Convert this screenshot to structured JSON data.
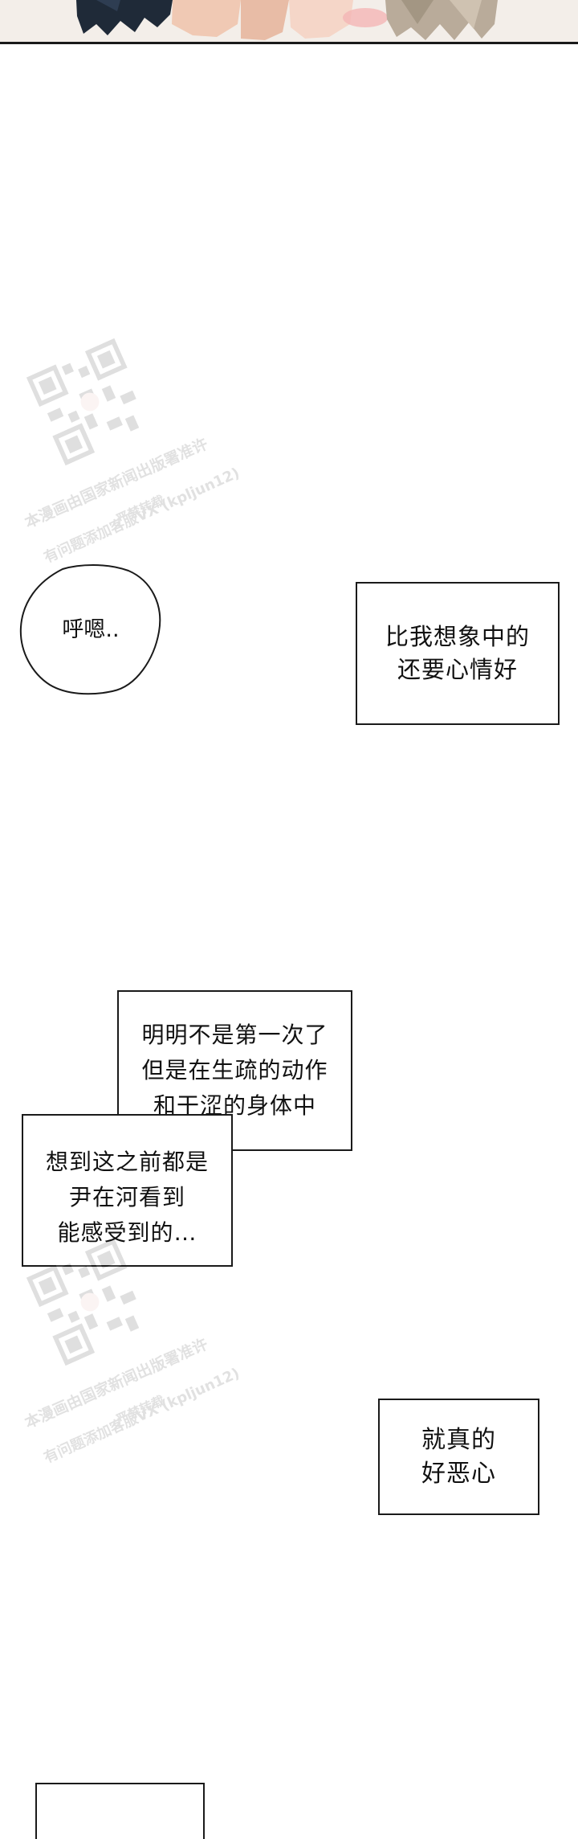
{
  "bubble_hum": {
    "text": "呼嗯.."
  },
  "box_better": {
    "lines": [
      "比我想象中的",
      "还要心情好"
    ]
  },
  "box_first_time": {
    "lines": [
      "明明不是第一次了",
      "但是在生疏的动作",
      "和干涩的身体中"
    ]
  },
  "box_thought": {
    "lines": [
      "想到这之前都是",
      "尹在河看到",
      "能感受到的…"
    ]
  },
  "box_disgusting": {
    "lines": [
      "就真的",
      "好恶心"
    ]
  },
  "watermark": {
    "line1": "本漫画由国家新闻出版署准许",
    "line2": "严禁转载",
    "line3": "有问题添加客服VX (kpljun12)"
  }
}
